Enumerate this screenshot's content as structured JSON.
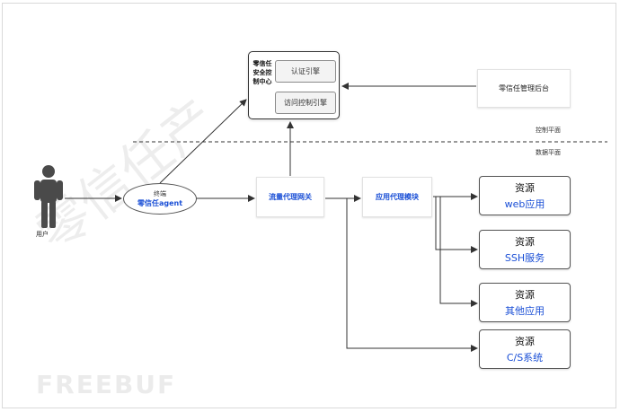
{
  "diagram": {
    "watermark": "FREEBUF",
    "watermark_lettering": "零信任产",
    "control_center": {
      "title": "零信任安全控制中心",
      "engines": [
        "认证引擎",
        "访问控制引擎"
      ]
    },
    "management_backend": "零信任管理后台",
    "plane_labels": {
      "control": "控制平面",
      "data": "数据平面"
    },
    "user": {
      "label": "用户"
    },
    "agent": {
      "terminal": "终端",
      "name": "零信任agent"
    },
    "traffic_gateway": "流量代理网关",
    "app_proxy": "应用代理模块",
    "resources": [
      {
        "title": "资源",
        "name": "web应用"
      },
      {
        "title": "资源",
        "name": "SSH服务"
      },
      {
        "title": "资源",
        "name": "其他应用"
      },
      {
        "title": "资源",
        "name": "C/S系统"
      }
    ],
    "colors": {
      "accent": "#1a4fd6",
      "line": "#333333"
    }
  }
}
